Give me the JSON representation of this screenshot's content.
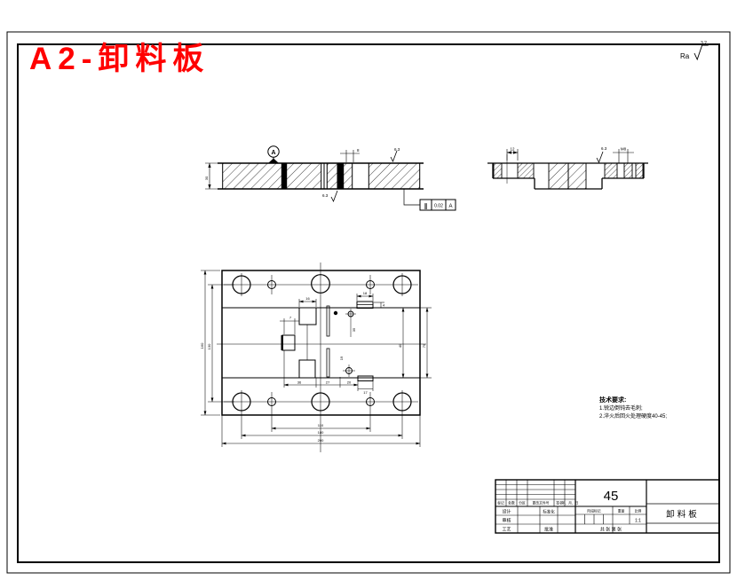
{
  "drawing": {
    "title": "A2-卸料板",
    "surface_note": {
      "prefix": "Ra",
      "value": "3.2"
    },
    "notes": {
      "heading": "技术要求:",
      "line1": "1.锐边倒钝去毛刺;",
      "line2": "2.淬火后回火处理硬度40-45;"
    },
    "section_left": {
      "datum": "A",
      "height_dim": "30",
      "slot_dim": "8",
      "rough_top": "6.3",
      "rough_bottom": "6.3",
      "fcf": {
        "symbol": "∥",
        "value": "0.02",
        "datum": "A"
      }
    },
    "section_right": {
      "dim_left": "12",
      "dim_right": "M8",
      "rough": "6.3"
    },
    "plan": {
      "dim_left_outer": "160",
      "dim_left_inner": "130",
      "dim_bottom_inner": "110",
      "dim_bottom_mid": "180",
      "dim_bottom_outer": "200",
      "dim_right_inner": "40",
      "dim_right_outer": "79",
      "dim_rect_a": "16",
      "dim_rect_c": "7",
      "dim_step_top": "18",
      "dim_step_side": "4",
      "dim_chain_1": "36",
      "dim_chain_2": "27",
      "dim_chain_3": "20",
      "dim_step_bottom": "17",
      "dim_v1": "35",
      "dim_v2": "19"
    },
    "title_block": {
      "material": "45",
      "part_name": "卸料板",
      "scale_value": "1:1",
      "rev_headers": [
        "标记",
        "处数",
        "分区",
        "更改文件号",
        "签名",
        "年、月、日"
      ],
      "row_design": "设计",
      "row_check": "审核",
      "row_process": "工艺",
      "col_standard": "标准化",
      "col_approve": "批准",
      "stage_label": "阶段标记",
      "weight_label": "重量",
      "scale_label": "比例",
      "sheet_label": "共 张 第 张"
    }
  }
}
